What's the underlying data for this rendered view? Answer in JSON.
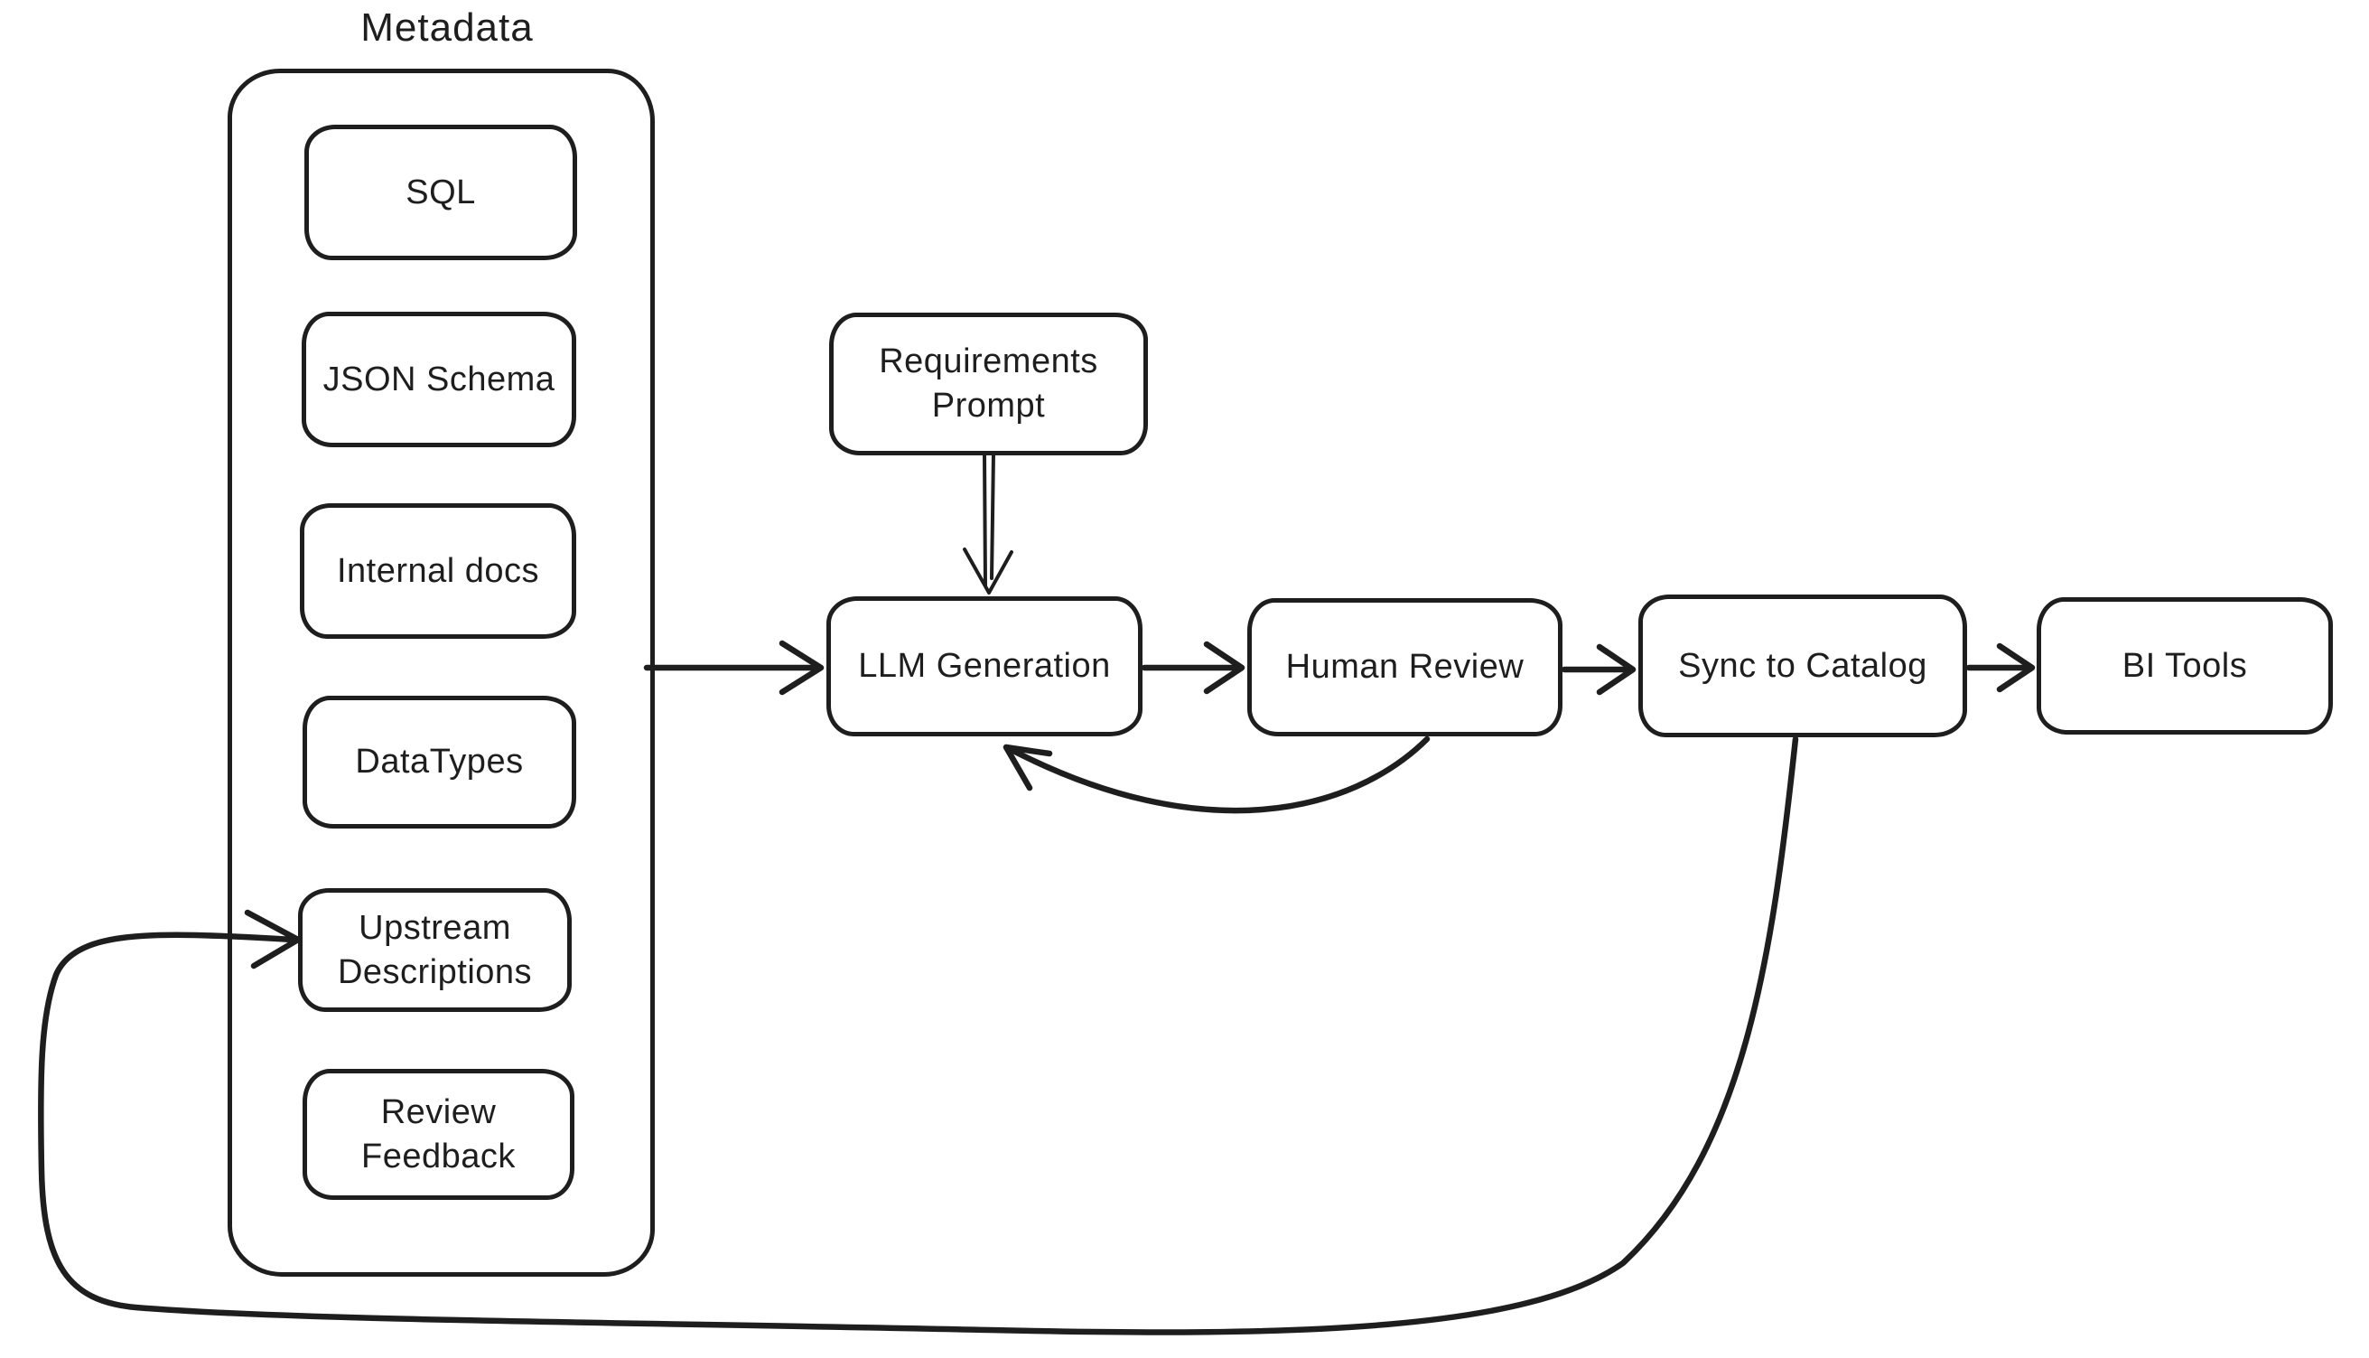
{
  "diagram": {
    "type": "flowchart",
    "style": "hand-drawn",
    "colors": {
      "background": "#ffffff",
      "stroke": "#1e1e1e",
      "node_fill": "#ffffff"
    },
    "group": {
      "label": "Metadata",
      "items": [
        "SQL",
        "JSON Schema",
        "Internal docs",
        "DataTypes",
        "Upstream Descriptions",
        "Review Feedback"
      ]
    },
    "nodes": {
      "sql": {
        "label": "SQL"
      },
      "json_schema": {
        "label": "JSON Schema"
      },
      "internal_docs": {
        "label": "Internal docs"
      },
      "datatypes": {
        "label": "DataTypes"
      },
      "upstream_descriptions": {
        "label": "Upstream Descriptions"
      },
      "review_feedback": {
        "label": "Review Feedback"
      },
      "requirements_prompt": {
        "label": "Requirements Prompt"
      },
      "llm_generation": {
        "label": "LLM Generation"
      },
      "human_review": {
        "label": "Human Review"
      },
      "sync_to_catalog": {
        "label": "Sync to Catalog"
      },
      "bi_tools": {
        "label": "BI Tools"
      }
    },
    "edges": [
      {
        "from": "Metadata",
        "to": "LLM Generation",
        "style": "straight-arrow"
      },
      {
        "from": "Requirements Prompt",
        "to": "LLM Generation",
        "style": "straight-arrow-double-stroke"
      },
      {
        "from": "LLM Generation",
        "to": "Human Review",
        "style": "straight-arrow"
      },
      {
        "from": "Human Review",
        "to": "Sync to Catalog",
        "style": "straight-arrow"
      },
      {
        "from": "Sync to Catalog",
        "to": "BI Tools",
        "style": "straight-arrow"
      },
      {
        "from": "Human Review",
        "to": "LLM Generation",
        "style": "curved-feedback-arrow"
      },
      {
        "from": "Sync to Catalog",
        "to": "Upstream Descriptions",
        "style": "long-loop-around-bottom-arrow"
      }
    ]
  }
}
